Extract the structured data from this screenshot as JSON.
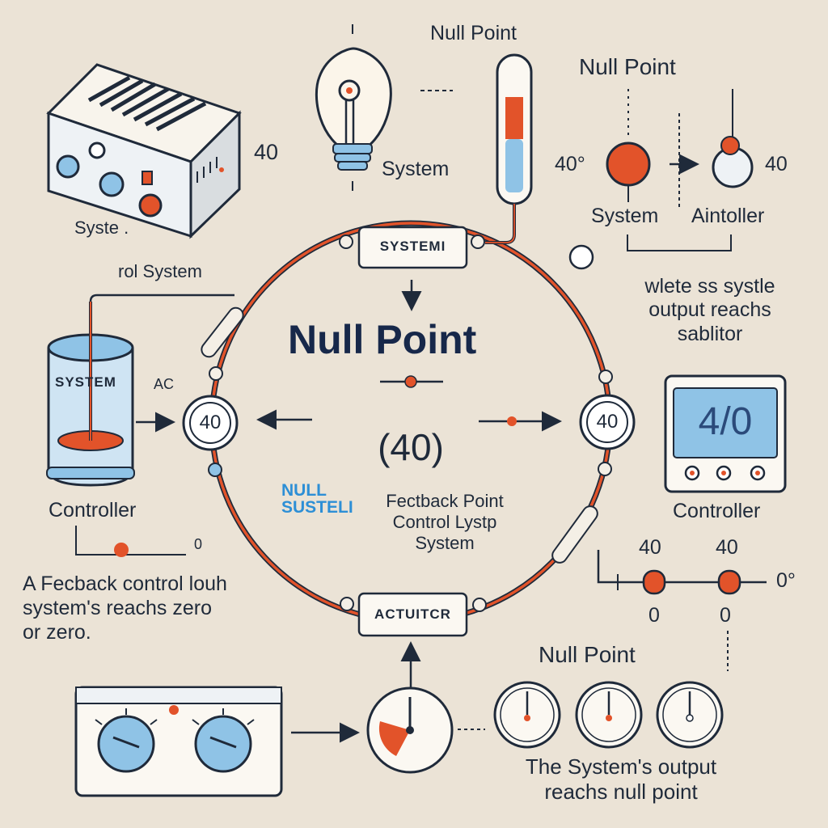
{
  "labels": {
    "null_point_top": "Null Point",
    "null_point_right": "Null Point",
    "null_point_center": "Null Point",
    "null_point_bottom": "Null Point",
    "system_bulb": "System",
    "value_device_top": "40",
    "system_partial": "Syste .",
    "rol_system": "rol System",
    "system_box": "SYSTEMI",
    "actuator_box": "ACTUITCR",
    "system_cylinder": "SYSTEM",
    "ac_text": "AC",
    "controller_left": "Controller",
    "controller_right": "Controller",
    "gauge_left": "40",
    "gauge_right": "40",
    "center_value": "(40)",
    "null_blue": "NULL\nSUSTELI",
    "feedback_text": "Fectback Point\nControl Lystp\nSystem",
    "left_caption": "A Fecback control louh\nsystem's reachs zero\nor zero.",
    "right_top_40_left": "40°",
    "right_top_40_right": "40",
    "right_system": "System",
    "right_antoller": "Aintoller",
    "right_note": "wlete ss systle\noutput reachs\nsablitor",
    "lcd_value": "4/0",
    "scale_40_a": "40",
    "scale_40_b": "40",
    "scale_0_a": "0",
    "scale_0_b": "0",
    "scale_0_deg": "0°",
    "small_0": "0",
    "bottom_caption": "The System's output\nreachs null point"
  },
  "colors": {
    "background": "#ebe3d6",
    "outline": "#1f2a3a",
    "accent_orange": "#e2532a",
    "accent_blue": "#8fc3e6",
    "navy_text": "#17284a"
  }
}
